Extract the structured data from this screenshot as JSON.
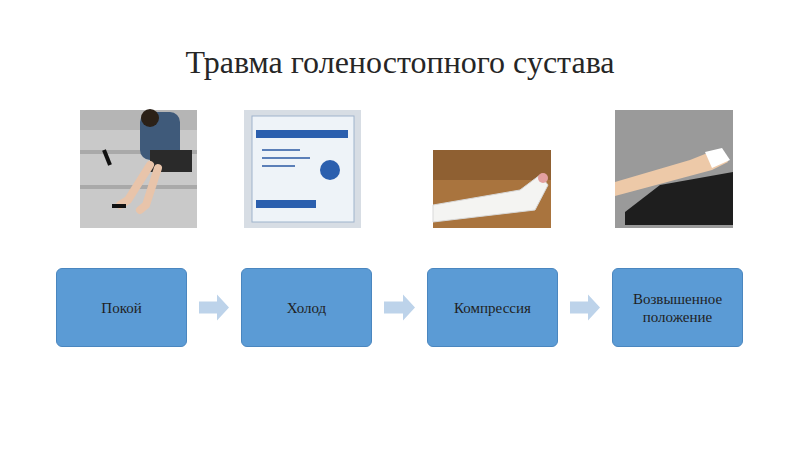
{
  "diagram": {
    "title": "Травма голеностопного сустава",
    "nodes": [
      {
        "text": [
          "Покой"
        ]
      },
      {
        "text": [
          "Холод"
        ]
      },
      {
        "text": [
          "Компрессия"
        ]
      },
      {
        "text": [
          "Возвышенное положение"
        ]
      }
    ],
    "edges": [
      {
        "from": 0,
        "to": 1,
        "arrow": "to"
      },
      {
        "from": 1,
        "to": 2,
        "arrow": "to"
      },
      {
        "from": 2,
        "to": 3,
        "arrow": "to"
      }
    ]
  }
}
